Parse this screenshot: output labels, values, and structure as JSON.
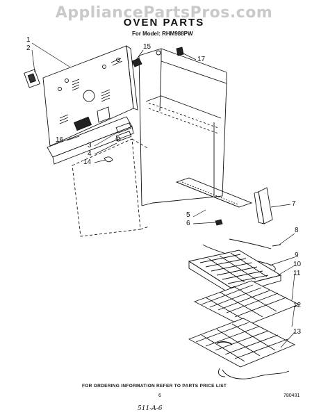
{
  "watermark": "AppliancePartsPros.com",
  "title": "OVEN PARTS",
  "model_line": "For Model: RHM988PW",
  "callouts": [
    {
      "id": "c1",
      "text": "1"
    },
    {
      "id": "c2",
      "text": "2"
    },
    {
      "id": "c3",
      "text": "3"
    },
    {
      "id": "c4",
      "text": "4"
    },
    {
      "id": "c14",
      "text": "14"
    },
    {
      "id": "c15",
      "text": "15"
    },
    {
      "id": "c16",
      "text": "16"
    },
    {
      "id": "c17",
      "text": "17"
    },
    {
      "id": "c5",
      "text": "5"
    },
    {
      "id": "c6",
      "text": "6"
    },
    {
      "id": "c7",
      "text": "7"
    },
    {
      "id": "c8",
      "text": "8"
    },
    {
      "id": "c9",
      "text": "9"
    },
    {
      "id": "c10",
      "text": "10"
    },
    {
      "id": "c11",
      "text": "11"
    },
    {
      "id": "c12",
      "text": "12"
    },
    {
      "id": "c13",
      "text": "13"
    }
  ],
  "footer": "FOR ORDERING INFORMATION REFER TO PARTS PRICE LIST",
  "page_number": "6",
  "part_code": "780491",
  "handwritten_note": "511-A-6"
}
